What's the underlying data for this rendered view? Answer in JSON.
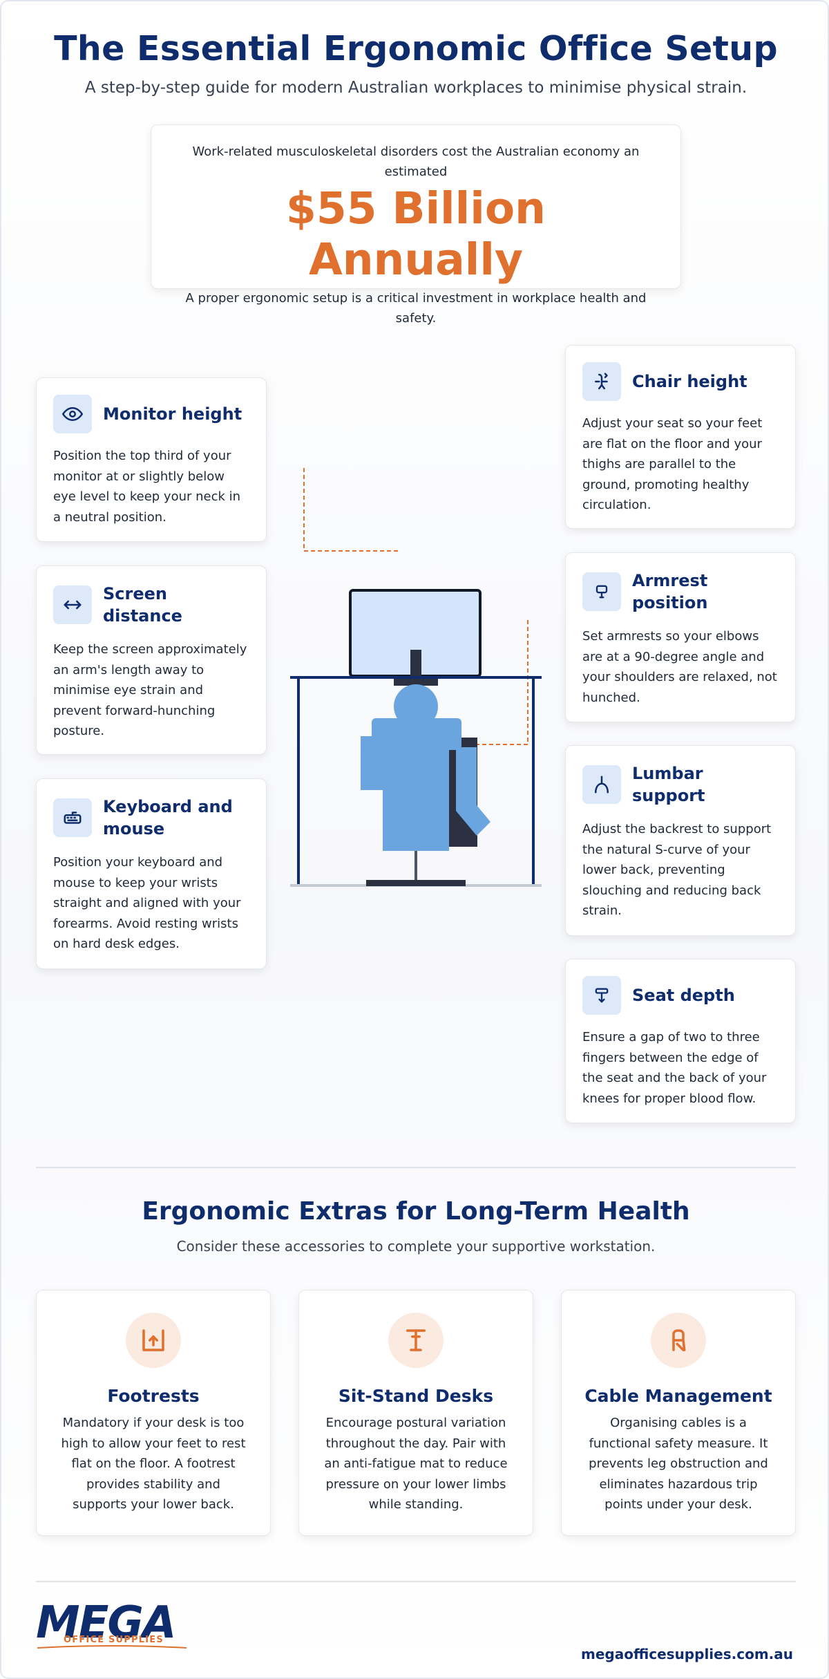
{
  "header": {
    "title": "The Essential Ergonomic Office Setup",
    "subtitle": "A step-by-step guide for modern Australian workplaces to minimise physical strain."
  },
  "stat": {
    "intro": "Work-related musculoskeletal disorders cost the Australian economy an estimated",
    "figure": "$55 Billion Annually",
    "outro": "A proper ergonomic setup is a critical investment in workplace health and safety."
  },
  "left_cards": [
    {
      "title": "Monitor height",
      "icon": "eye-icon",
      "body": "Position the top third of your monitor at or slightly below eye level to keep your neck in a neutral position."
    },
    {
      "title": "Screen distance",
      "icon": "arrows-horizontal-icon",
      "body": "Keep the screen approximately an arm's length away to minimise eye strain and prevent forward-hunching posture."
    },
    {
      "title": "Keyboard and mouse",
      "icon": "keyboard-icon",
      "body": "Position your keyboard and mouse to keep your wrists straight and aligned with your forearms. Avoid resting wrists on hard desk edges."
    }
  ],
  "right_cards": [
    {
      "title": "Chair height",
      "icon": "chair-height-icon",
      "body": "Adjust your seat so your feet are flat on the floor and your thighs are parallel to the ground, promoting healthy circulation."
    },
    {
      "title": "Armrest position",
      "icon": "armrest-icon",
      "body": "Set armrests so your elbows are at a 90-degree angle and your shoulders are relaxed, not hunched."
    },
    {
      "title": "Lumbar support",
      "icon": "lumbar-icon",
      "body": "Adjust the backrest to support the natural S-curve of your lower back, preventing slouching and reducing back strain."
    },
    {
      "title": "Seat depth",
      "icon": "seat-depth-icon",
      "body": "Ensure a gap of two to three fingers between the edge of the seat and the back of your knees for proper blood flow."
    }
  ],
  "extras": {
    "title": "Ergonomic Extras for Long-Term Health",
    "subtitle": "Consider these accessories to complete your supportive workstation.",
    "items": [
      {
        "title": "Footrests",
        "icon": "footrest-icon",
        "body": "Mandatory if your desk is too high to allow your feet to rest flat on the floor. A footrest provides stability and supports your lower back."
      },
      {
        "title": "Sit-Stand Desks",
        "icon": "standing-desk-icon",
        "body": "Encourage postural variation throughout the day. Pair with an anti-fatigue mat to reduce pressure on your lower limbs while standing."
      },
      {
        "title": "Cable Management",
        "icon": "cable-icon",
        "body": "Organising cables is a functional safety measure. It prevents leg obstruction and eliminates hazardous trip points under your desk."
      }
    ]
  },
  "footer": {
    "logo_word": "MEGA",
    "logo_tag": "OFFICE SUPPLIES",
    "website": "megaofficesupplies.com.au"
  },
  "colors": {
    "navy": "#0f2d6d",
    "orange": "#e0702e",
    "light_blue": "#dde9f8",
    "figure_blue": "#6aa5e0",
    "peach": "#fbeadf"
  }
}
